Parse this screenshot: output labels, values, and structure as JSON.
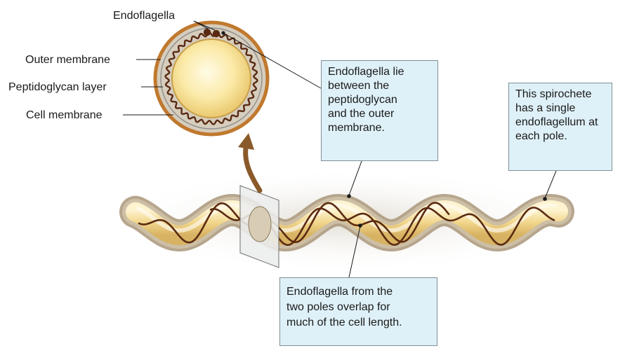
{
  "labels": {
    "endoflagella": "Endoflagella",
    "outer_membrane": "Outer membrane",
    "peptidoglycan_layer": "Peptidoglycan layer",
    "cell_membrane": "Cell membrane"
  },
  "callouts": {
    "between_layers": [
      "Endoflagella lie",
      "between the",
      "peptidoglycan",
      "and the outer",
      "membrane."
    ],
    "single_pole": [
      "This spirochete",
      "has a single",
      "endoflagellum at",
      "each pole."
    ],
    "overlap": [
      "Endoflagella from the",
      "two poles overlap for",
      "much of the cell length."
    ]
  },
  "colors": {
    "outer_membrane": "#c0792e",
    "periplasm": "#d8d0c2",
    "cytoplasm": "#fbe9a8",
    "endoflagellum": "#5a2a12",
    "callout_fill": "#dff1f8",
    "arrow": "#8a5a2a"
  }
}
